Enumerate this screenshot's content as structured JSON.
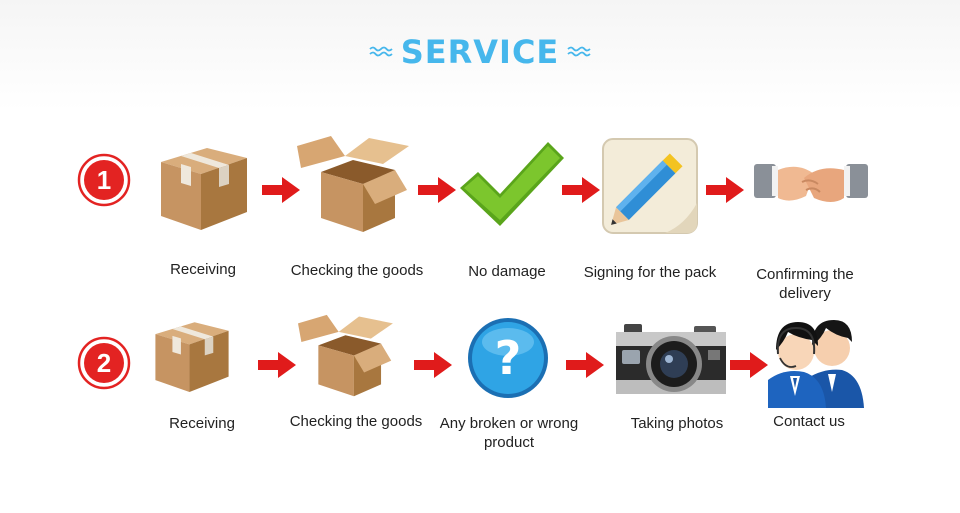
{
  "title": "SERVICE",
  "colors": {
    "accent": "#46b7ec",
    "step_number": "#e32322",
    "arrow": "#e01b1b",
    "box": "#c49463"
  },
  "rows": [
    {
      "number": "1",
      "steps": [
        {
          "label": "Receiving",
          "icon": "taped-box-icon"
        },
        {
          "label": "Checking the goods",
          "icon": "open-box-icon"
        },
        {
          "label": "No damage",
          "icon": "green-check-icon"
        },
        {
          "label": "Signing for the pack",
          "icon": "pencil-paper-icon"
        },
        {
          "label": "Confirming the delivery",
          "icon": "handshake-icon"
        }
      ]
    },
    {
      "number": "2",
      "steps": [
        {
          "label": "Receiving",
          "icon": "taped-box-icon"
        },
        {
          "label": "Checking the goods",
          "icon": "open-box-icon"
        },
        {
          "label": "Any broken or wrong product",
          "icon": "question-mark-icon"
        },
        {
          "label": "Taking photos",
          "icon": "camera-icon"
        },
        {
          "label": "Contact us",
          "icon": "support-agents-icon"
        }
      ]
    }
  ]
}
